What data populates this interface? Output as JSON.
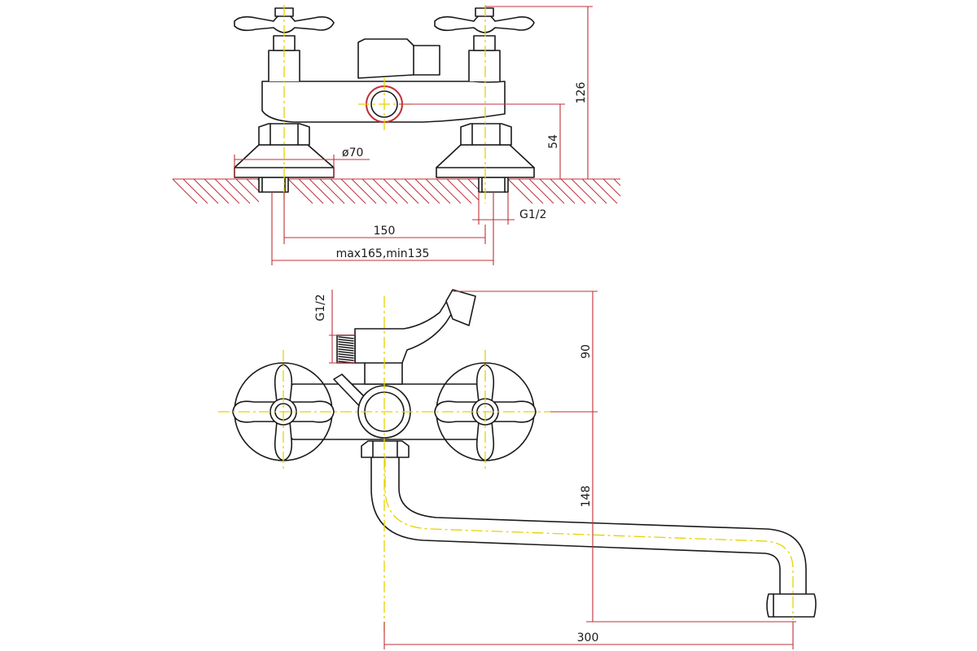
{
  "top_view": {
    "dim_height_total": "126",
    "dim_height_axis": "54",
    "dim_flange_diameter": "ø70",
    "dim_thread": "G1/2",
    "dim_spacing": "150",
    "dim_spacing_range": "max165,min135"
  },
  "front_view": {
    "dim_thread": "G1/2",
    "dim_lever_height": "90",
    "dim_spout_drop": "148",
    "dim_spout_length": "300"
  },
  "colors": {
    "outline": "#1a1a1a",
    "dimension": "#c0303a",
    "center_line": "#e6d200"
  }
}
